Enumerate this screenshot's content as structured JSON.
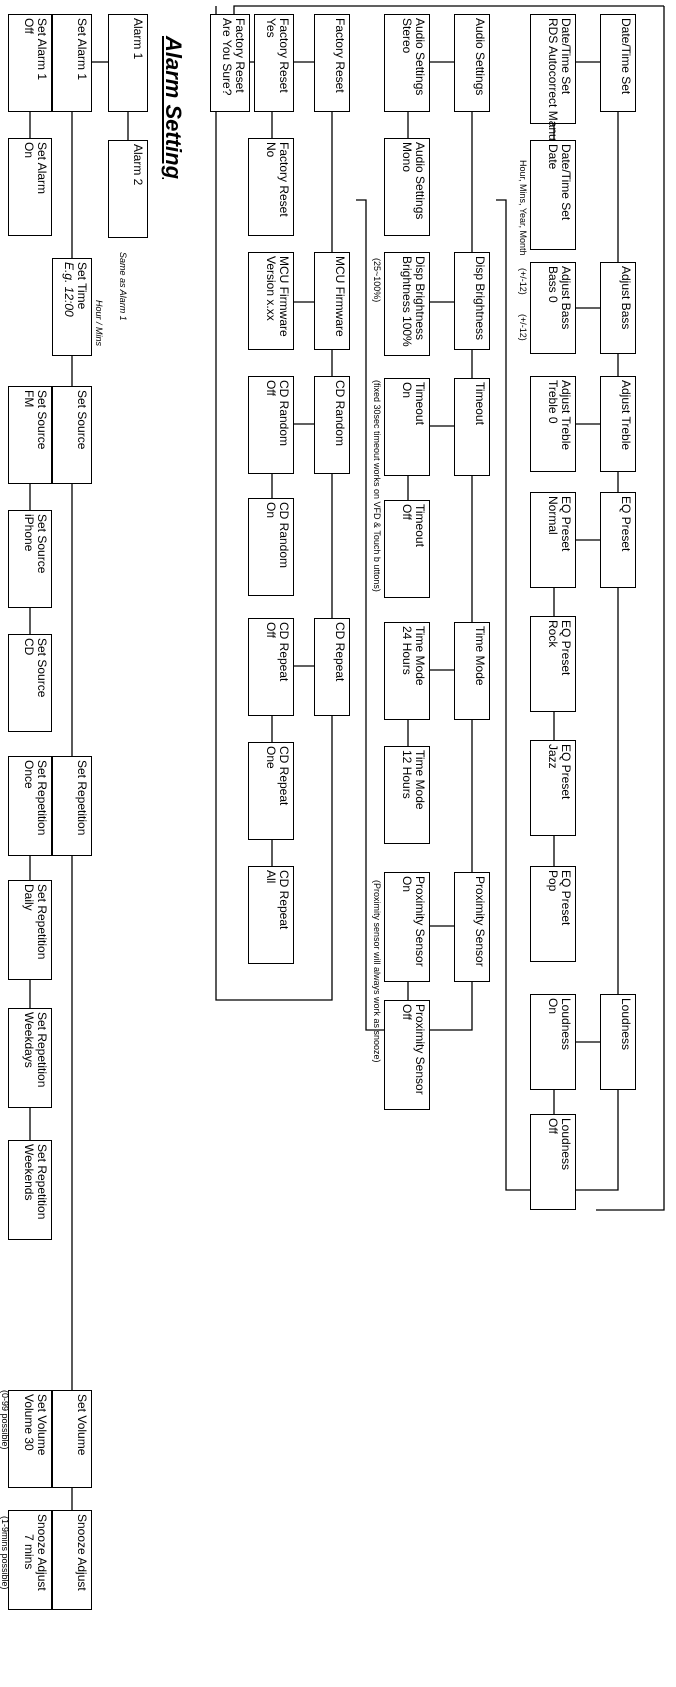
{
  "menu": {
    "row_heads": {
      "datetime": "Date/Time Set",
      "adjust_bass": "Adjust Bass",
      "adjust_treble": "Adjust Treble",
      "eq_preset": "EQ Preset",
      "loudness": "Loudness",
      "audio_settings": "Audio Settings",
      "disp_brightness": "Disp Brightness",
      "timeout": "Timeout",
      "time_mode": "Time Mode",
      "proximity_sensor": "Proximity Sensor",
      "factory_reset": "Factory Reset",
      "mcu_firmware": "MCU Firmware",
      "cd_random": "CD  Random",
      "cd_repeat": "CD  Repeat"
    },
    "options": {
      "datetime_rds": [
        "Date/Time Set",
        "RDS Autocorrect Manual"
      ],
      "datetime_set": [
        "Date/Time Set",
        "Date"
      ],
      "bass": [
        "Adjust Bass",
        "Bass       0"
      ],
      "treble": [
        "Adjust Treble",
        "Treble       0"
      ],
      "eq_normal": [
        "EQ Preset",
        "Normal"
      ],
      "eq_rock": [
        "EQ Preset",
        "Rock"
      ],
      "eq_jazz": [
        "EQ Preset",
        "Jazz"
      ],
      "eq_pop": [
        "EQ Preset",
        "Pop"
      ],
      "loud_on": [
        "Loudness",
        "On"
      ],
      "loud_off": [
        "Loudness",
        "Off"
      ],
      "audio_stereo": [
        "Audio Settings",
        "Stereo"
      ],
      "audio_mono": [
        "Audio Settings",
        "Mono"
      ],
      "bright": [
        "Disp Brightness",
        "Brightness 100%"
      ],
      "timeout_on": [
        "Timeout",
        "On"
      ],
      "timeout_off": [
        "Timeout",
        "Off"
      ],
      "tm_24": [
        "Time Mode",
        "24 Hours"
      ],
      "tm_12": [
        "Time Mode",
        "12 Hours"
      ],
      "prox_on": [
        "Proximity Sensor",
        "On"
      ],
      "prox_off": [
        "Proximity Sensor",
        "Off"
      ],
      "fr_yes": [
        "Factory Reset",
        "Yes"
      ],
      "fr_sure": [
        "Factory Reset",
        "Are You Sure?"
      ],
      "fr_no": [
        "Factory Reset",
        "No"
      ],
      "mcu_ver": [
        "MCU Firmware",
        "Version x.xx"
      ],
      "rand_off": [
        "CD  Random",
        "Off"
      ],
      "rand_on": [
        "CD  Random",
        "On"
      ],
      "rep_off": [
        "CD  Repeat",
        "Off"
      ],
      "rep_one": [
        "CD  Repeat",
        "One"
      ],
      "rep_all": [
        "CD  Repeat",
        "All"
      ]
    },
    "notes": {
      "date_order": "Hour, Mins, Year, Month",
      "bass_range": "(+/-12)",
      "treble_range": "(+/-12)",
      "brightness_range": "(25~100%)",
      "timeout_note": "(fixed 30sec timeout works on VFD & Touch b uttons)",
      "proximity_note": "(Proximity sensor will always work as snooze)"
    }
  },
  "alarm": {
    "title": "Alarm Setting",
    "alarm1": "Alarm 1",
    "alarm2": "Alarm 2",
    "same_note": "Same as Alarm 1",
    "heads": {
      "set_alarm": "Set Alarm 1",
      "set_time": [
        "Set Time",
        "E.g. 12:00"
      ],
      "set_time_note": "Hour / Mins",
      "set_source": "Set Source",
      "set_repetition": "Set Repetition",
      "set_volume": "Set Volume",
      "snooze": "Snooze Adjust"
    },
    "options": {
      "alarm_off": [
        "Set Alarm 1",
        "Off"
      ],
      "alarm_on": [
        "Set Alarm",
        "On"
      ],
      "src_fm": [
        "Set Source",
        "FM"
      ],
      "src_iphone": [
        "Set Source",
        "iPhone"
      ],
      "src_cd": [
        "Set Source",
        "CD"
      ],
      "rep_once": [
        "Set Repetition",
        "Once"
      ],
      "rep_daily": [
        "Set Repetition",
        "Daily"
      ],
      "rep_weekdays": [
        "Set Repetition",
        "Weekdays"
      ],
      "rep_weekends": [
        "Set Repetition",
        "Weekends"
      ],
      "volume": [
        "Set Volume",
        "Volume     30"
      ],
      "volume_note": "(0-99 possible)",
      "snooze": [
        "Snooze Adjust",
        "7 mins"
      ],
      "snooze_note": "(1-9mins possible)"
    }
  },
  "colors": {
    "line": "#000000",
    "marker": "#e00000"
  }
}
